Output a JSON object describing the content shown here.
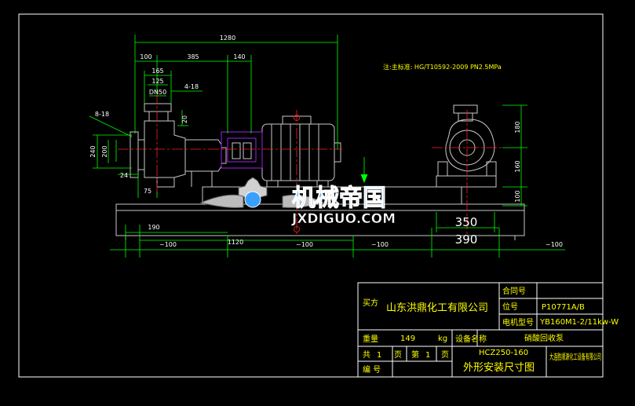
{
  "colors": {
    "background": "#000000",
    "frame": "#ffffff",
    "outline": "#c8c8c8",
    "dimension": "#00ff00",
    "centerline": "#ff2020",
    "text": "#ffff00",
    "coupling": "#a020f0",
    "watermark": "#3aa0ff"
  },
  "drawing": {
    "note": "注:主标准: HG/T10592-2009 PN2.5MPa",
    "dims": {
      "overall": "1280",
      "d100": "100",
      "d385": "385",
      "d140": "140",
      "d165": "165",
      "d125": "125",
      "dn50": "DN50",
      "holes4": "4-18",
      "holes8": "8-18",
      "d20": "20",
      "d240": "240",
      "d200": "200",
      "d24": "24",
      "d75": "75",
      "d190": "190",
      "d1120": "1120",
      "approx100_a": "~100",
      "approx100_b": "~100",
      "approx100_c": "~100",
      "approx100_d": "~100",
      "r180": "180",
      "r160": "160",
      "r100": "100",
      "w350": "350",
      "w390": "390"
    }
  },
  "watermark": {
    "cn": "机械帝国",
    "en": "JXDIGUO.COM"
  },
  "title_block": {
    "buyer_label": "买方",
    "buyer": "山东洪鼎化工有限公司",
    "contract_label": "合同号",
    "contract_value": "",
    "position_label": "位号",
    "position_value": "P10771A/B",
    "motor_label": "电机型号",
    "motor_value": "YB160M1-2/11kw-W",
    "weight_label": "重量",
    "weight_value": "149",
    "weight_unit": "kg",
    "equipment_label": "设备名称",
    "equipment_value": "硝酸回收泵",
    "total_label": "共",
    "total_value": "1",
    "page_unit": "页",
    "sheet_label": "第",
    "sheet_value": "1",
    "sheet_unit": "页",
    "model": "HCZ250-160",
    "drawing_title": "外形安装尺寸图",
    "number_label": "编 号",
    "company": "大连胜顺源化工设备有限公司"
  }
}
